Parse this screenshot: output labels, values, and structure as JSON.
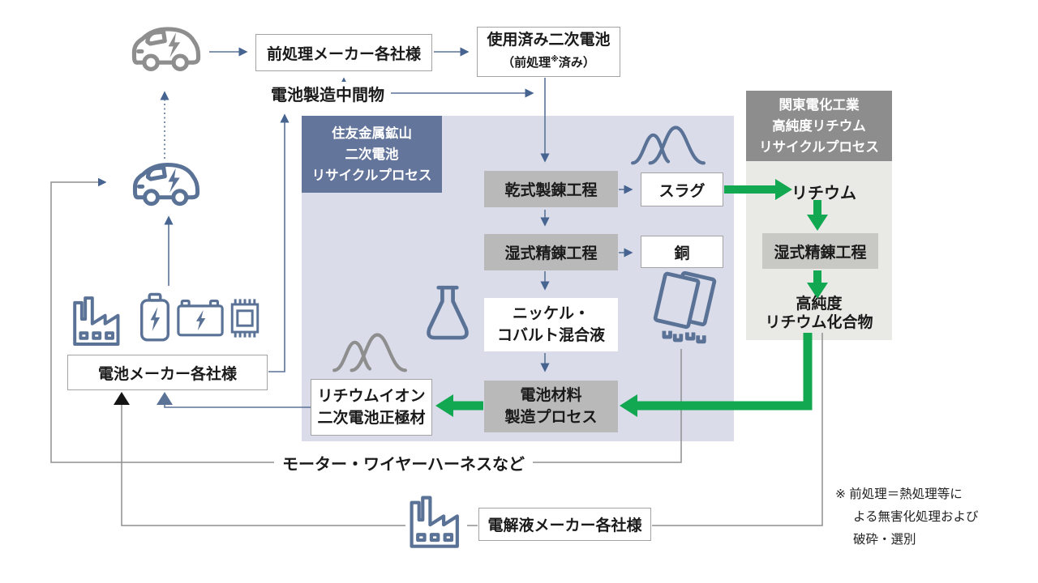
{
  "colors": {
    "line_blue": "#5a7296",
    "arrow_blue": "#46648f",
    "line_gray": "#8f8f8f",
    "green": "#12a851",
    "sumitomo_panel": "#dadcea",
    "sumitomo_header": "#64759b",
    "kanto_panel": "#e9e9e6",
    "kanto_header": "#8d8d8d",
    "process_gray": "#b9b9b9",
    "kanto_process_gray": "#c8c8c5",
    "box_border": "#a3a3a3",
    "text_dark": "#1a1a1a"
  },
  "top_flow": {
    "preprocess_makers": "前処理メーカー各社様",
    "used_battery_line1": "使用済み二次電池",
    "used_battery_line2_pre": "（前処理",
    "used_battery_line2_ref": "※",
    "used_battery_line2_post": "済み）",
    "battery_intermediates": "電池製造中間物"
  },
  "sumitomo_process": {
    "header_line1": "住友金属鉱山",
    "header_line2": "二次電池",
    "header_line3": "リサイクルプロセス",
    "dry_smelting": "乾式製錬工程",
    "slag": "スラグ",
    "wet_refining": "湿式精錬工程",
    "copper": "銅",
    "nickel_cobalt_line1": "ニッケル・",
    "nickel_cobalt_line2": "コバルト混合液",
    "battery_material_line1": "電池材料",
    "battery_material_line2": "製造プロセス"
  },
  "kanto_process": {
    "header_line1": "関東電化工業",
    "header_line2": "高純度リチウム",
    "header_line3": "リサイクルプロセス",
    "lithium": "リチウム",
    "wet_refining": "湿式精錬工程",
    "high_purity_line1": "高純度",
    "high_purity_line2": "リチウム化合物"
  },
  "output_flow": {
    "cathode_line1": "リチウムイオン",
    "cathode_line2": "二次電池正極材",
    "battery_makers": "電池メーカー各社様",
    "motors_wire_harness": "モーター・ワイヤーハーネスなど",
    "electrolyte_makers": "電解液メーカー各社様"
  },
  "footnote": {
    "line1": "※ 前処理＝熱処理等に",
    "line2": "よる無害化処理および",
    "line3": "破砕・選別"
  },
  "icons": {
    "ev_car_gray": "end-of-life-ev-car",
    "ev_car_blue": "ev-car",
    "factory_left": "battery-factory",
    "cylinder_battery": "battery-cell",
    "car_battery": "car-battery",
    "chip": "semiconductor-chip",
    "flask": "chemical-flask",
    "curves_gray": "material-distribution-curves",
    "curves_blue": "material-distribution-curves",
    "battery_plates": "battery-plates",
    "factory_bottom": "electrolyte-factory"
  }
}
